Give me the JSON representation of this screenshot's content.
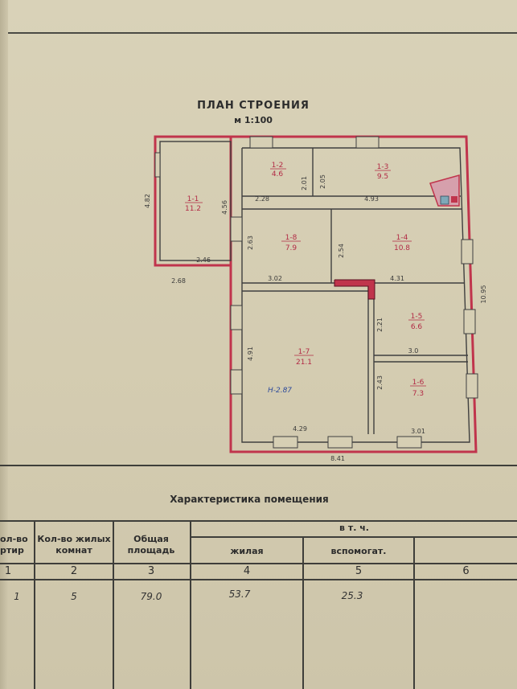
{
  "plan": {
    "title": "ПЛАН  СТРОЕНИЯ",
    "scale": "м 1:100",
    "rooms": [
      {
        "id": "1-1",
        "area": "11.2"
      },
      {
        "id": "1-2",
        "area": "4.6"
      },
      {
        "id": "1-3",
        "area": "9.5"
      },
      {
        "id": "1-4",
        "area": "10.8"
      },
      {
        "id": "1-5",
        "area": "6.6"
      },
      {
        "id": "1-6",
        "area": "7.3"
      },
      {
        "id": "1-7",
        "area": "21.1"
      },
      {
        "id": "1-8",
        "area": "7.9"
      }
    ],
    "dimensions": {
      "d_482": "4.82",
      "d_456": "4.56",
      "d_246": "2.46",
      "d_268": "2.68",
      "d_201": "2.01",
      "d_205": "2.05",
      "d_228": "2.28",
      "d_493": "4.93",
      "d_263": "2.63",
      "d_254": "2.54",
      "d_302": "3.02",
      "d_431": "4.31",
      "d_1095": "10.95",
      "d_221": "2.21",
      "d_30": "3.0",
      "d_191": "4.91",
      "d_243": "2.43",
      "d_429": "4.29",
      "d_301": "3.01",
      "d_841": "8.41"
    },
    "height_label": "Н-2.87"
  },
  "table": {
    "title": "Характеристика помещения",
    "headers": {
      "col1": "ол-во\nртир",
      "col2": "Кол-во жилых\nкомнат",
      "col3": "Общая\nплощадь",
      "group": "в т. ч.",
      "col4": "жилая",
      "col5": "вспомогат."
    },
    "column_numbers": [
      "1",
      "2",
      "3",
      "4",
      "5",
      "6"
    ],
    "row": {
      "apartments": "1",
      "living_rooms": "5",
      "total_area": "79.0",
      "living_area": "53.7",
      "auxiliary_area": "25.3",
      "col6": ""
    }
  }
}
